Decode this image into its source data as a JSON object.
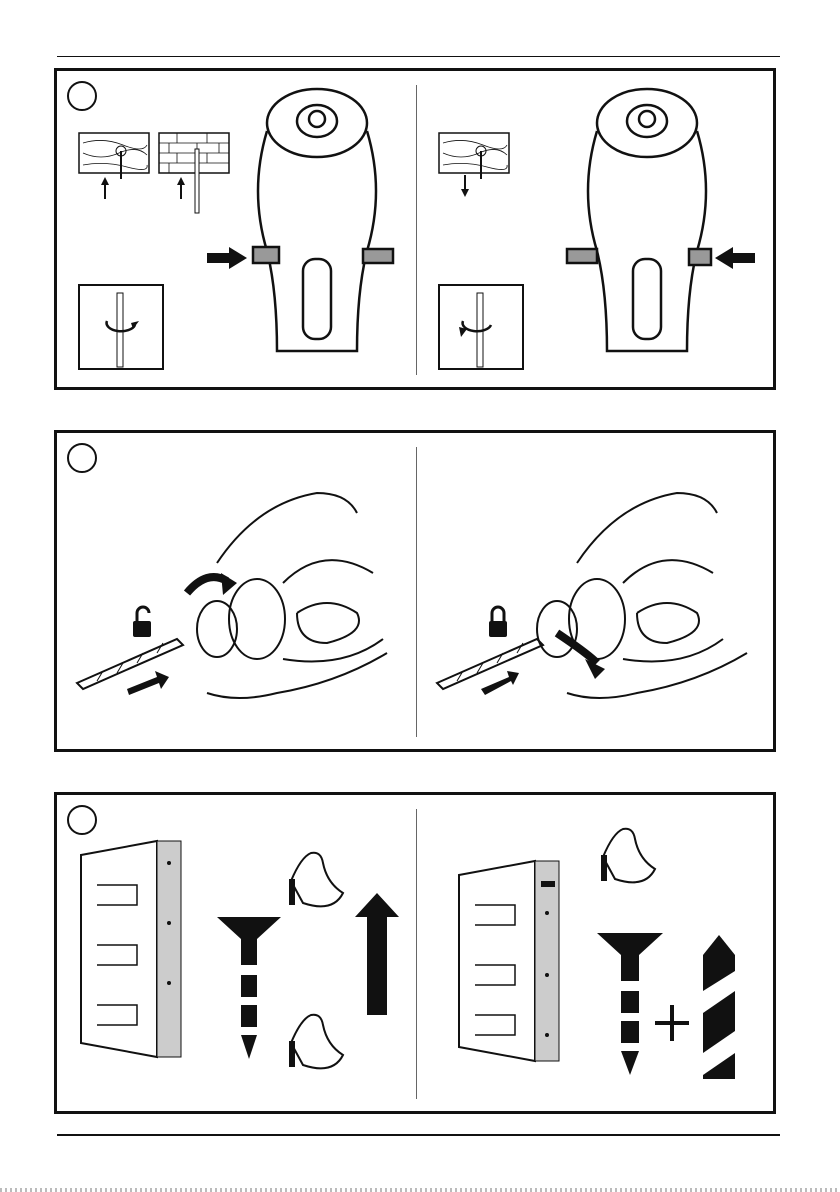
{
  "document": {
    "type": "tool-manual-illustration-page",
    "panels": [
      {
        "id": "reverse-switch",
        "steps": [
          "forward-rotation",
          "reverse-rotation"
        ]
      },
      {
        "id": "keyless-chuck",
        "steps": [
          "unlock-remove-bit",
          "lock-insert-bit"
        ]
      },
      {
        "id": "torque-clutch",
        "steps": [
          "screwdriving-torque",
          "drilling-mode"
        ]
      }
    ],
    "icons": [
      "wood-screw-icon",
      "brick-bit-icon",
      "rotation-icon",
      "arrow-icon",
      "unlock-icon",
      "lock-icon",
      "arm-icon",
      "screw-icon",
      "drill-bit-icon",
      "plus-icon"
    ]
  }
}
